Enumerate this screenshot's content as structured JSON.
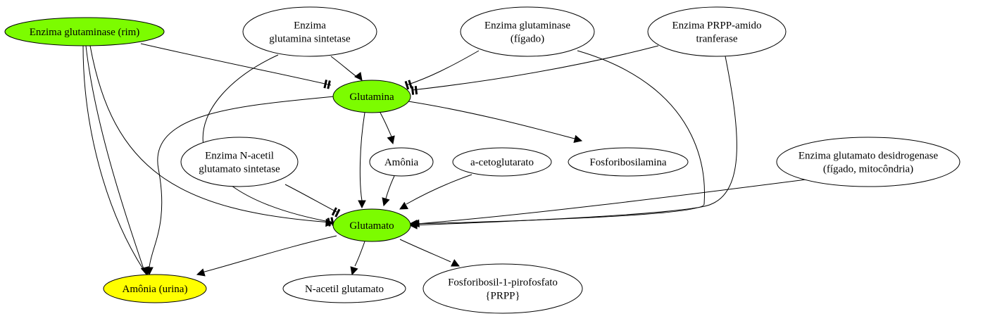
{
  "colors": {
    "highlight_green": "#7cfc00",
    "highlight_yellow": "#ffff00",
    "default_fill": "#ffffff",
    "stroke": "#000000"
  },
  "nodes": [
    {
      "id": "gls_rim",
      "lines": [
        "Enzima glutaminase (rim)"
      ],
      "fill": "green"
    },
    {
      "id": "gs",
      "lines": [
        "Enzima",
        "glutamina sintetase"
      ],
      "fill": "white"
    },
    {
      "id": "gls_figado",
      "lines": [
        "Enzima glutaminase",
        "(fígado)"
      ],
      "fill": "white"
    },
    {
      "id": "prpp_amido",
      "lines": [
        "Enzima PRPP-amido",
        "tranferase"
      ],
      "fill": "white"
    },
    {
      "id": "glutamina",
      "lines": [
        "Glutamina"
      ],
      "fill": "green"
    },
    {
      "id": "nags",
      "lines": [
        "Enzima N-acetil",
        "glutamato sintetase"
      ],
      "fill": "white"
    },
    {
      "id": "amonia",
      "lines": [
        "Amônia"
      ],
      "fill": "white"
    },
    {
      "id": "akg",
      "lines": [
        "a-cetoglutarato"
      ],
      "fill": "white"
    },
    {
      "id": "fosfoamina",
      "lines": [
        "Fosforibosilamina"
      ],
      "fill": "white"
    },
    {
      "id": "gdh",
      "lines": [
        "Enzima glutamato desidrogenase",
        "(fígado, mitocôndria)"
      ],
      "fill": "white"
    },
    {
      "id": "glutamato",
      "lines": [
        "Glutamato"
      ],
      "fill": "green"
    },
    {
      "id": "amonia_urina",
      "lines": [
        "Amônia (urina)"
      ],
      "fill": "yellow"
    },
    {
      "id": "nag",
      "lines": [
        "N-acetil glutamato"
      ],
      "fill": "white"
    },
    {
      "id": "prpp",
      "lines": [
        "Fosforibosil-1-pirofosfato",
        "{PRPP}"
      ],
      "fill": "white"
    }
  ],
  "edges": [
    {
      "from": "gls_rim",
      "to": "glutamina",
      "type": "inhibit"
    },
    {
      "from": "gls_rim",
      "to": "amonia_urina",
      "type": "arrow"
    },
    {
      "from": "gls_rim",
      "to": "glutamato",
      "type": "arrow"
    },
    {
      "from": "gls_rim",
      "to": "amonia_urina",
      "type": "arrow"
    },
    {
      "from": "gs",
      "to": "glutamina",
      "type": "arrow"
    },
    {
      "from": "gs",
      "to": "glutamato",
      "type": "inhibit"
    },
    {
      "from": "gls_figado",
      "to": "glutamina",
      "type": "inhibit"
    },
    {
      "from": "gls_figado",
      "to": "glutamato",
      "type": "arrow"
    },
    {
      "from": "prpp_amido",
      "to": "glutamina",
      "type": "inhibit"
    },
    {
      "from": "prpp_amido",
      "to": "glutamato",
      "type": "arrow"
    },
    {
      "from": "glutamina",
      "to": "amonia",
      "type": "arrow"
    },
    {
      "from": "glutamina",
      "to": "fosfoamina",
      "type": "arrow"
    },
    {
      "from": "glutamina",
      "to": "glutamato",
      "type": "arrow"
    },
    {
      "from": "glutamina",
      "to": "amonia_urina",
      "type": "arrow"
    },
    {
      "from": "nags",
      "to": "glutamato",
      "type": "inhibit"
    },
    {
      "from": "amonia",
      "to": "glutamato",
      "type": "arrow"
    },
    {
      "from": "akg",
      "to": "glutamato",
      "type": "arrow"
    },
    {
      "from": "gdh",
      "to": "glutamato",
      "type": "arrow"
    },
    {
      "from": "glutamato",
      "to": "amonia_urina",
      "type": "arrow"
    },
    {
      "from": "glutamato",
      "to": "nag",
      "type": "arrow"
    },
    {
      "from": "glutamato",
      "to": "prpp",
      "type": "arrow"
    }
  ]
}
